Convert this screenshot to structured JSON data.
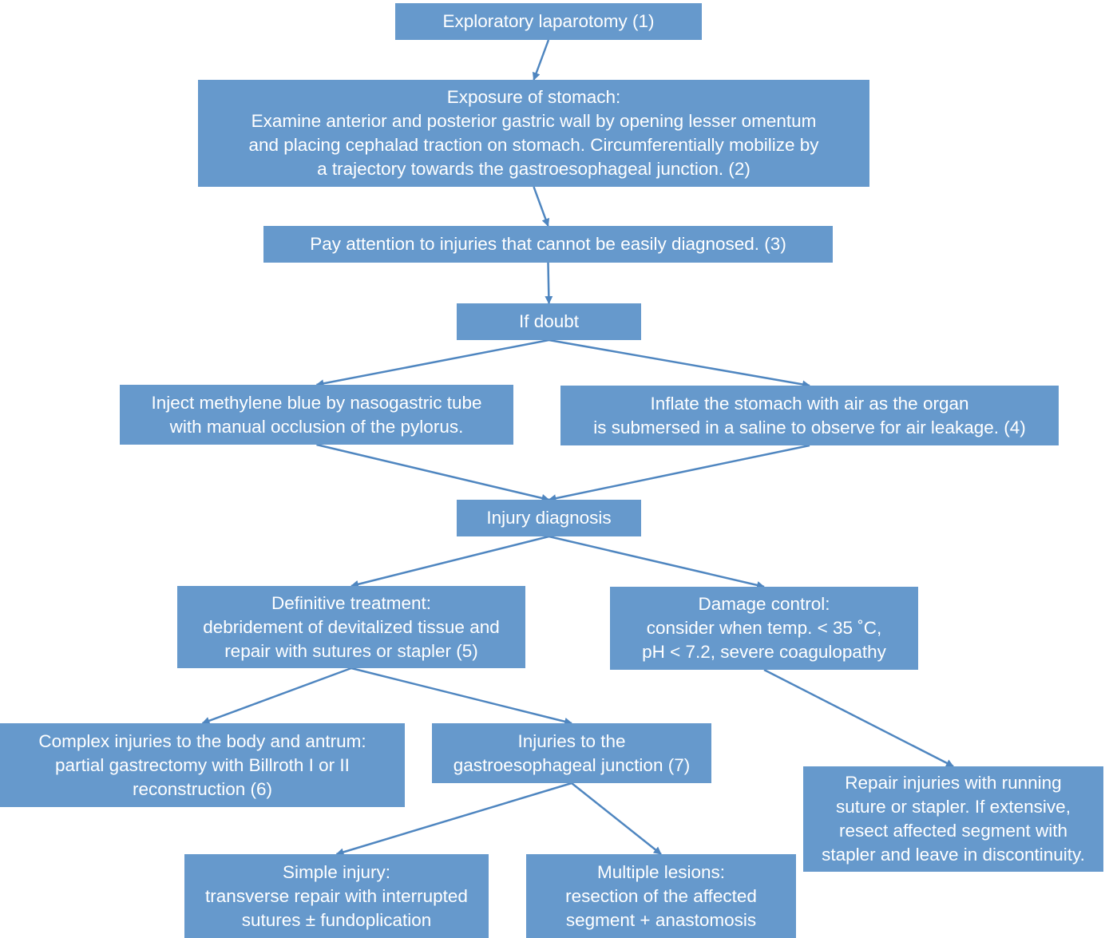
{
  "colors": {
    "box_fill": "#6699cc",
    "box_text": "#ffffff",
    "arrow": "#4f86c0"
  },
  "nodes": {
    "laparotomy": {
      "lines": [
        "Exploratory laparotomy  (1)"
      ]
    },
    "exposure": {
      "lines": [
        "Exposure of stomach:",
        "Examine anterior and posterior gastric wall by opening lesser omentum",
        "and placing cephalad traction on stomach. Circumferentially mobilize by",
        "a trajectory towards the gastroesophageal junction. (2)"
      ]
    },
    "attention": {
      "lines": [
        "Pay attention to injuries that cannot be easily diagnosed. (3)"
      ]
    },
    "doubt": {
      "lines": [
        "If doubt"
      ]
    },
    "methylene": {
      "lines": [
        "Inject methylene blue by nasogastric tube",
        "with manual occlusion of the pylorus."
      ]
    },
    "inflate": {
      "lines": [
        "Inflate the stomach with air as the organ",
        "is submersed in a saline to observe for air leakage. (4)"
      ]
    },
    "diagnosis": {
      "lines": [
        "Injury diagnosis"
      ]
    },
    "definitive": {
      "lines": [
        "Definitive treatment:",
        "debridement of devitalized tissue and",
        "repair with sutures or stapler (5)"
      ]
    },
    "damage": {
      "lines": [
        "Damage control:",
        "consider when temp. < 35 ˚C,",
        "pH < 7.2, severe coagulopathy"
      ]
    },
    "complex": {
      "lines": [
        "Complex injuries to the body and antrum:",
        "partial gastrectomy with Billroth I or II",
        "reconstruction (6)"
      ]
    },
    "gej": {
      "lines": [
        "Injuries to the",
        "gastroesophageal junction (7)"
      ]
    },
    "repair": {
      "lines": [
        "Repair injuries with running",
        "suture or stapler. If extensive,",
        "resect affected segment with",
        "stapler and leave in discontinuity."
      ]
    },
    "simple": {
      "lines": [
        "Simple injury:",
        "transverse repair with interrupted",
        "sutures ± fundoplication"
      ]
    },
    "multiple": {
      "lines": [
        "Multiple lesions:",
        "resection of the affected",
        "segment + anastomosis"
      ]
    }
  },
  "edges": [
    [
      "laparotomy",
      "exposure"
    ],
    [
      "exposure",
      "attention"
    ],
    [
      "attention",
      "doubt"
    ],
    [
      "doubt",
      "methylene"
    ],
    [
      "doubt",
      "inflate"
    ],
    [
      "methylene",
      "diagnosis"
    ],
    [
      "inflate",
      "diagnosis"
    ],
    [
      "diagnosis",
      "definitive"
    ],
    [
      "diagnosis",
      "damage"
    ],
    [
      "definitive",
      "complex"
    ],
    [
      "definitive",
      "gej"
    ],
    [
      "damage",
      "repair"
    ],
    [
      "gej",
      "simple"
    ],
    [
      "gej",
      "multiple"
    ]
  ]
}
